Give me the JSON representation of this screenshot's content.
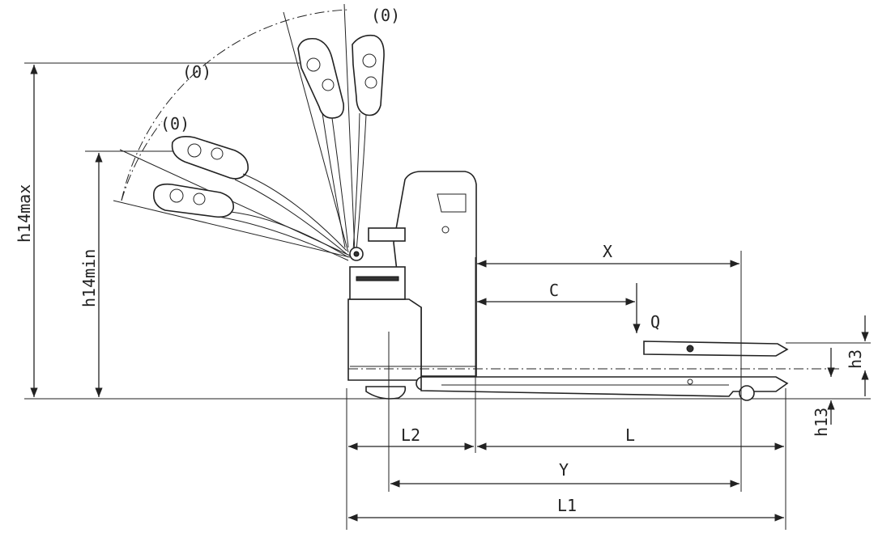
{
  "labels": {
    "angle_top": "(0)",
    "angle_mid": "(0)",
    "angle_low": "(0)",
    "h14max": "h14max",
    "h14min": "h14min",
    "X": "X",
    "C": "C",
    "Q": "Q",
    "h3": "h3",
    "h13": "h13",
    "L2": "L2",
    "L": "L",
    "Y": "Y",
    "L1": "L1"
  },
  "colors": {
    "line": "#222222",
    "background": "#ffffff"
  }
}
